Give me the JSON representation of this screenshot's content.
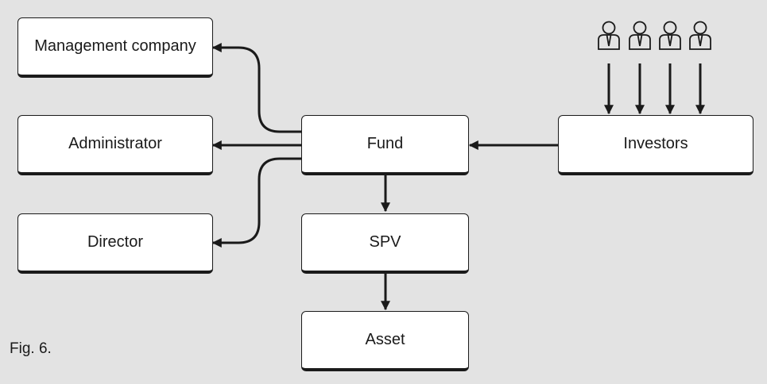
{
  "nodes": {
    "management_company": "Management company",
    "administrator": "Administrator",
    "director": "Director",
    "fund": "Fund",
    "spv": "SPV",
    "asset": "Asset",
    "investors": "Investors"
  },
  "caption": "Fig. 6.",
  "icons": {
    "investor_group": [
      "person-icon",
      "person-icon",
      "person-icon",
      "person-icon"
    ]
  },
  "colors": {
    "background": "#e3e3e3",
    "box_fill": "#ffffff",
    "line": "#1a1a1a"
  }
}
